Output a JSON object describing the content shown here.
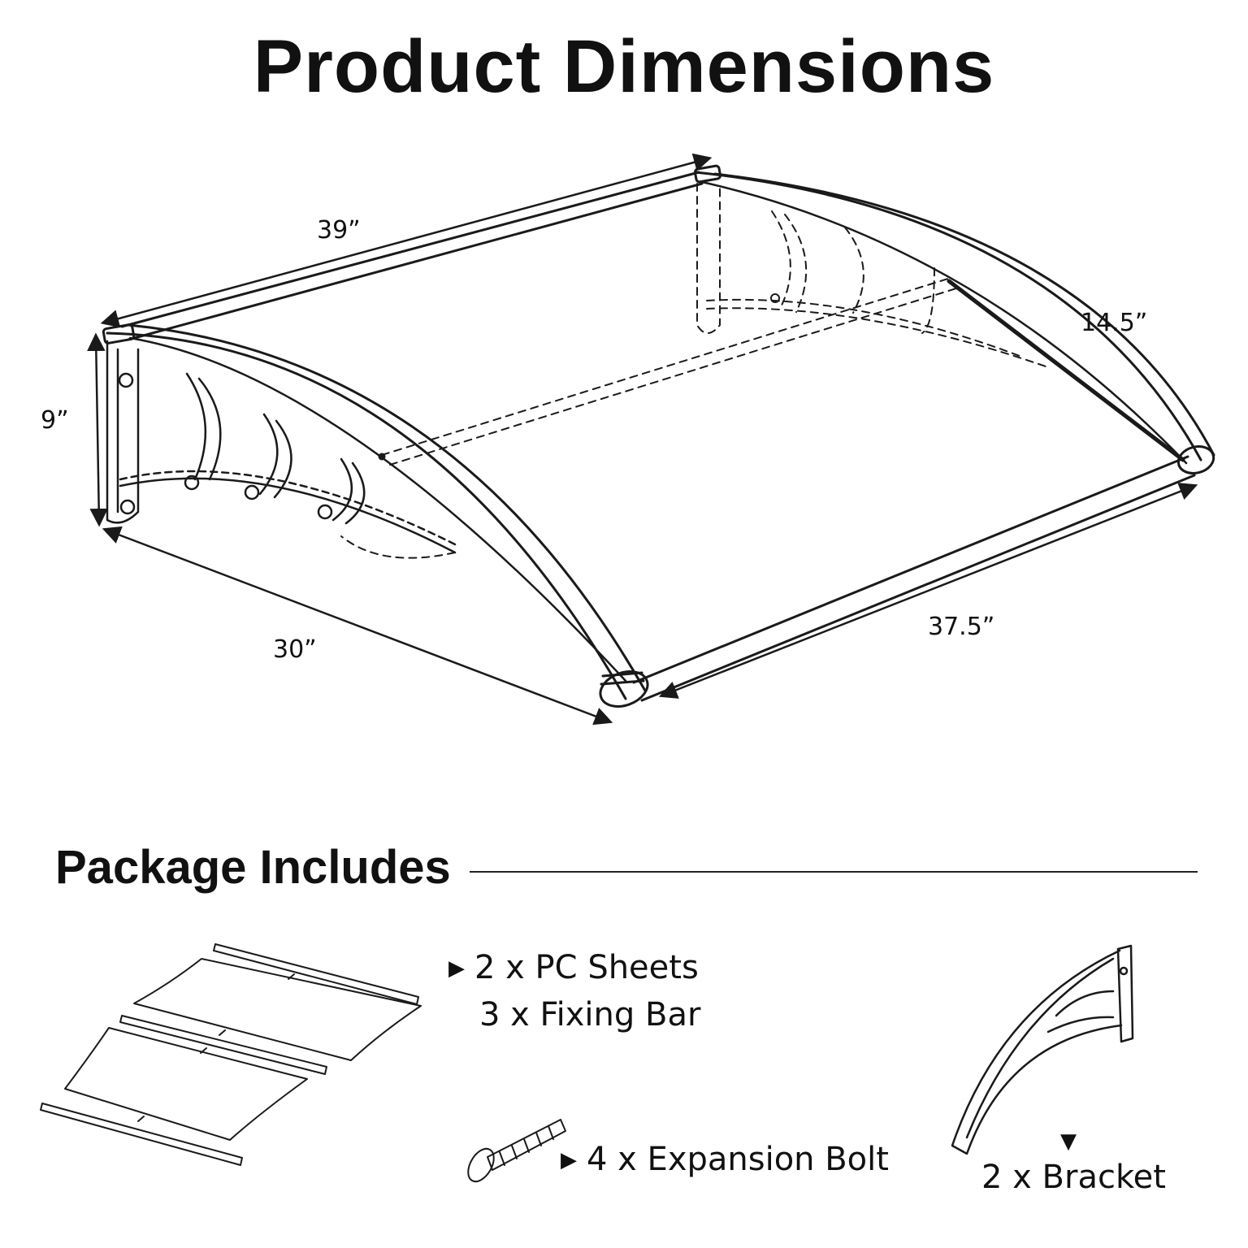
{
  "title": "Product Dimensions",
  "dimensions": {
    "top_length": "39”",
    "height": "9”",
    "depth": "30”",
    "front_length": "37.5”",
    "arc": "14.5”"
  },
  "package": {
    "heading": "Package Includes",
    "pc_sheets": "2 x PC Sheets",
    "fixing_bar": "3 x Fixing Bar",
    "expansion_bolt": "4 x Expansion Bolt",
    "bracket": "2 x Bracket",
    "marker_glyph": "▶",
    "down_glyph": "▼"
  }
}
